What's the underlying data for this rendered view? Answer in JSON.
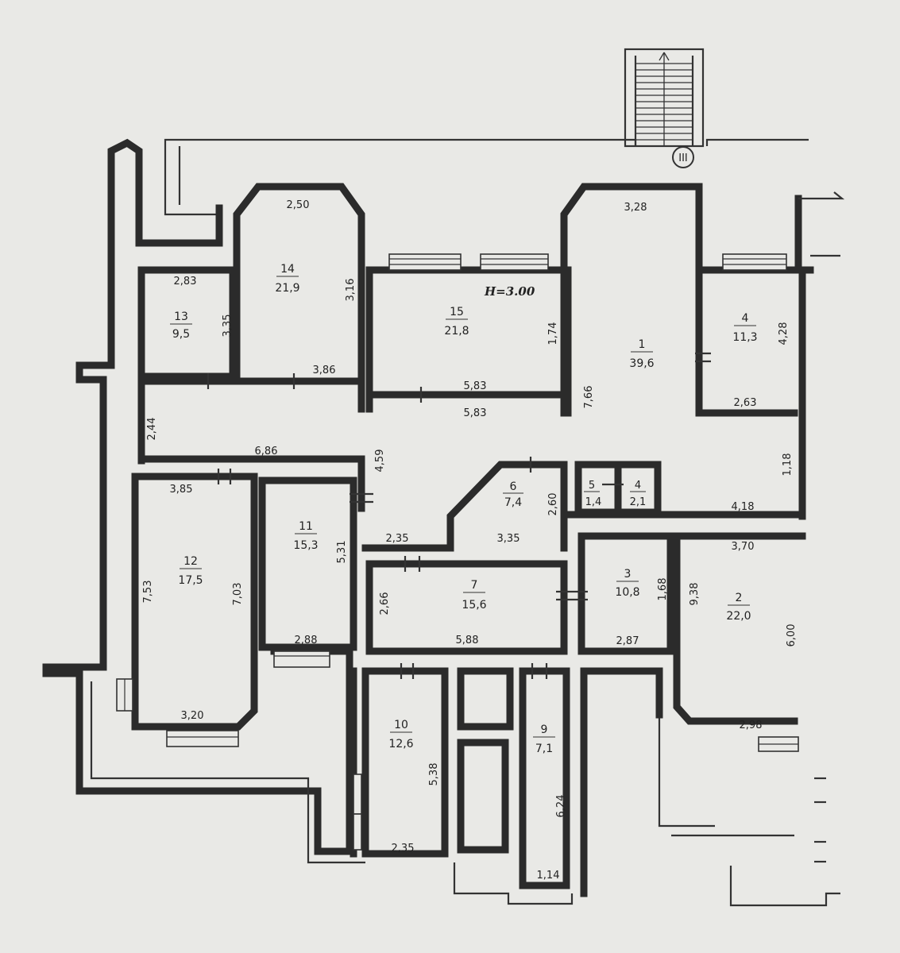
{
  "ceiling_height_note": "H=3.00",
  "entrance_mark": "III",
  "rooms": [
    {
      "id": "room-1",
      "number": "1",
      "area": "39,6"
    },
    {
      "id": "room-2",
      "number": "2",
      "area": "22,0"
    },
    {
      "id": "room-3",
      "number": "3",
      "area": "10,8"
    },
    {
      "id": "room-4",
      "number": "4",
      "area": "11,3"
    },
    {
      "id": "room-4b",
      "number": "4",
      "area": "2,1"
    },
    {
      "id": "room-5",
      "number": "5",
      "area": "1,4"
    },
    {
      "id": "room-6",
      "number": "6",
      "area": "7,4"
    },
    {
      "id": "room-7",
      "number": "7",
      "area": "15,6"
    },
    {
      "id": "room-9",
      "number": "9",
      "area": "7,1"
    },
    {
      "id": "room-10",
      "number": "10",
      "area": "12,6"
    },
    {
      "id": "room-11",
      "number": "11",
      "area": "15,3"
    },
    {
      "id": "room-12",
      "number": "12",
      "area": "17,5"
    },
    {
      "id": "room-13",
      "number": "13",
      "area": "9,5"
    },
    {
      "id": "room-14",
      "number": "14",
      "area": "21,9"
    },
    {
      "id": "room-15",
      "number": "15",
      "area": "21,8"
    }
  ],
  "dimensions": [
    "2,50",
    "3,28",
    "2,83",
    "3,35",
    "3,16",
    "1,74",
    "3,86",
    "5,83",
    "5,83",
    "7,66",
    "4,28",
    "2,63",
    "2,44",
    "6,86",
    "4,59",
    "1,18",
    "3,85",
    "2,60",
    "4,18",
    "3,70",
    "2,35",
    "3,35",
    "7,53",
    "7,03",
    "5,31",
    "2,66",
    "1,68",
    "9,38",
    "6,00",
    "2,88",
    "5,88",
    "2,87",
    "3,20",
    "5,38",
    "6,24",
    "2,98",
    "2,35",
    "1,14"
  ]
}
